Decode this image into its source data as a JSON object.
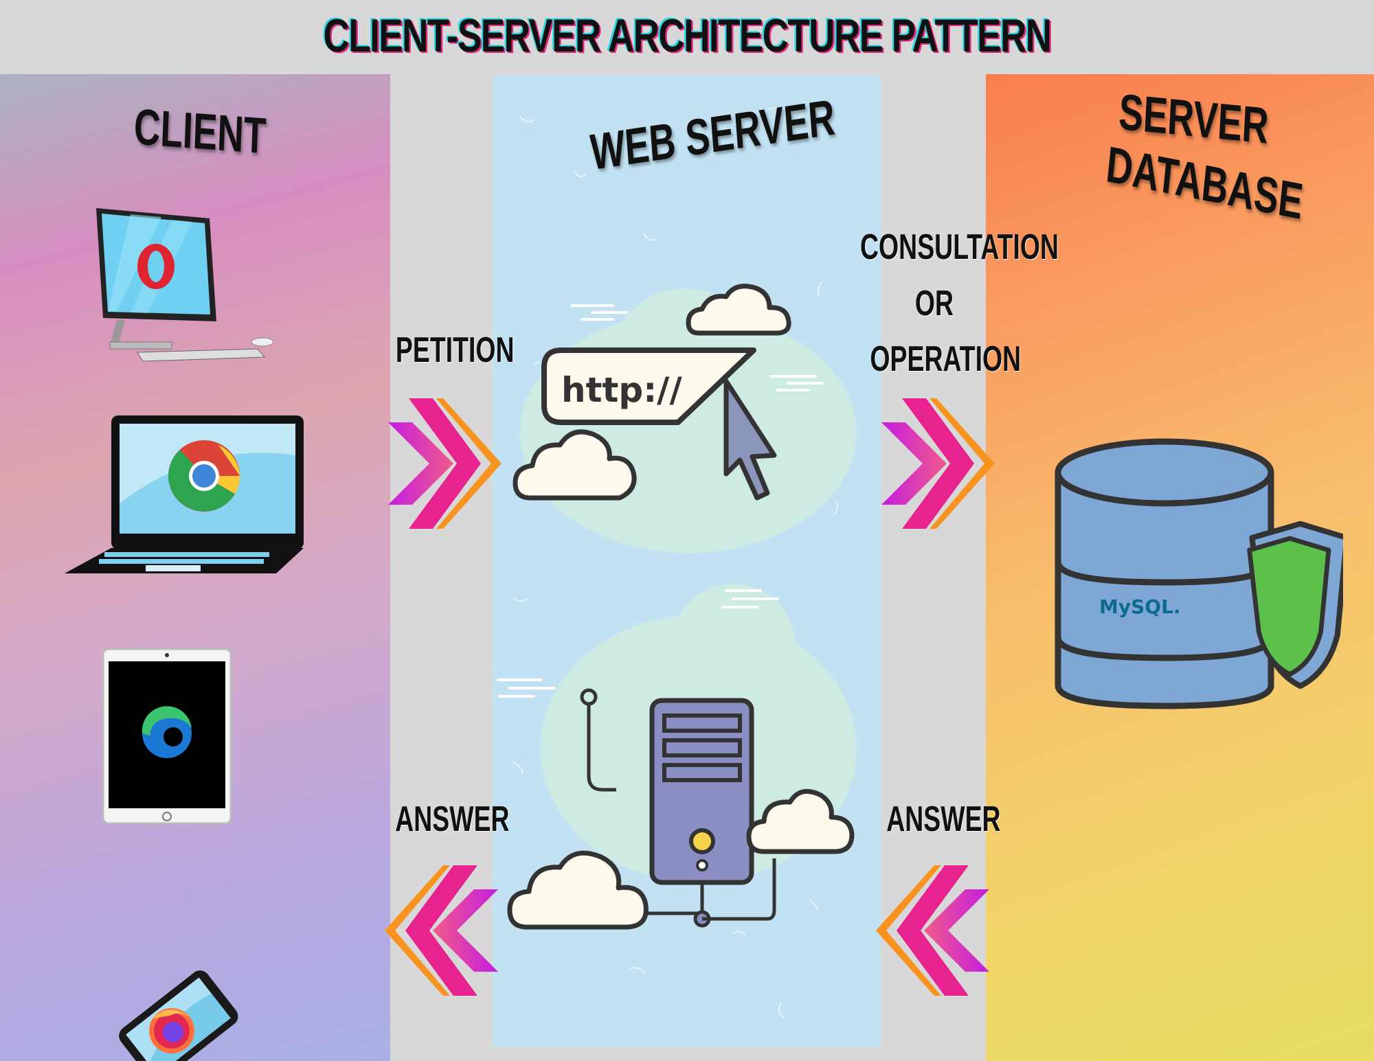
{
  "title": "CLIENT-SERVER ARCHITECTURE PATTERN",
  "columns": {
    "client": "CLIENT",
    "web_server": "WEB SERVER",
    "database_line1": "SERVER",
    "database_line2": "DATABASE"
  },
  "arrows": {
    "petition": "PETITION",
    "consultation_line1": "CONSULTATION",
    "consultation_line2": "OR",
    "consultation_line3": "OPERATION",
    "answer_left": "ANSWER",
    "answer_right": "ANSWER"
  },
  "web_server_graphics": {
    "url_text": "http://"
  },
  "database_graphics": {
    "engine_logo": "MySQL."
  },
  "client_devices": [
    {
      "device": "desktop-computer",
      "browser": "opera-icon"
    },
    {
      "device": "laptop",
      "browser": "chrome-icon"
    },
    {
      "device": "tablet",
      "browser": "edge-icon"
    },
    {
      "device": "smartphone",
      "browser": "firefox-icon"
    }
  ],
  "colors": {
    "arrow_pink": "#e6238f",
    "arrow_orange": "#f7931e",
    "arrow_magenta": "#c41ee0",
    "web_panel": "#c2e2f4",
    "cloud_halo": "#cdebe3",
    "db_blue": "#7fa7d6",
    "shield_green": "#5cc14b"
  }
}
